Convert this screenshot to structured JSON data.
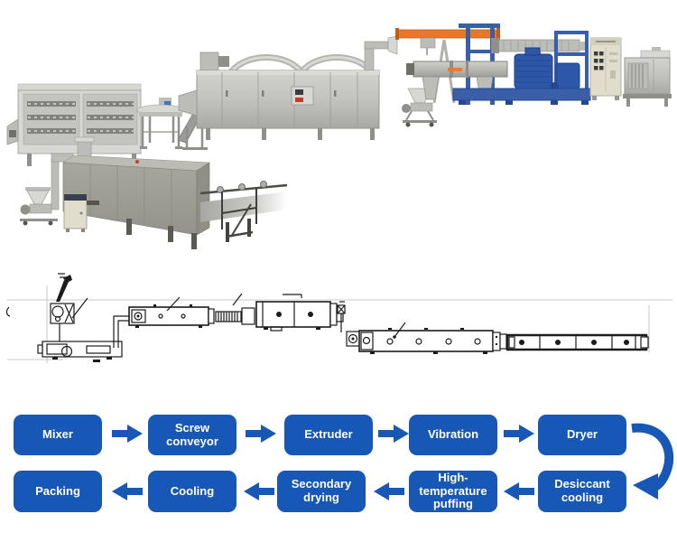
{
  "flowchart": {
    "accent_color": "#1757b5",
    "row1": [
      {
        "label": "Mixer"
      },
      {
        "label": "Screw conveyor"
      },
      {
        "label": "Extruder"
      },
      {
        "label": "Vibration"
      },
      {
        "label": "Dryer"
      }
    ],
    "row2": [
      {
        "label": "Packing"
      },
      {
        "label": "Cooling"
      },
      {
        "label": "Secondary drying"
      },
      {
        "label": "High-temperature puffing"
      },
      {
        "label": "Desiccant cooling"
      }
    ]
  },
  "illustration_colors": {
    "stainless_light": "#d7d8d3",
    "stainless_mid": "#bcbdb8",
    "stainless_dark": "#8f908b",
    "tunnel_body": "#a19f94",
    "extruder_orange": "#e8772a",
    "frame_blue": "#3a5ea8",
    "motor_blue": "#2d57a8",
    "cabinet_beige": "#e0ddcd",
    "line_color": "#1c1c1c"
  }
}
